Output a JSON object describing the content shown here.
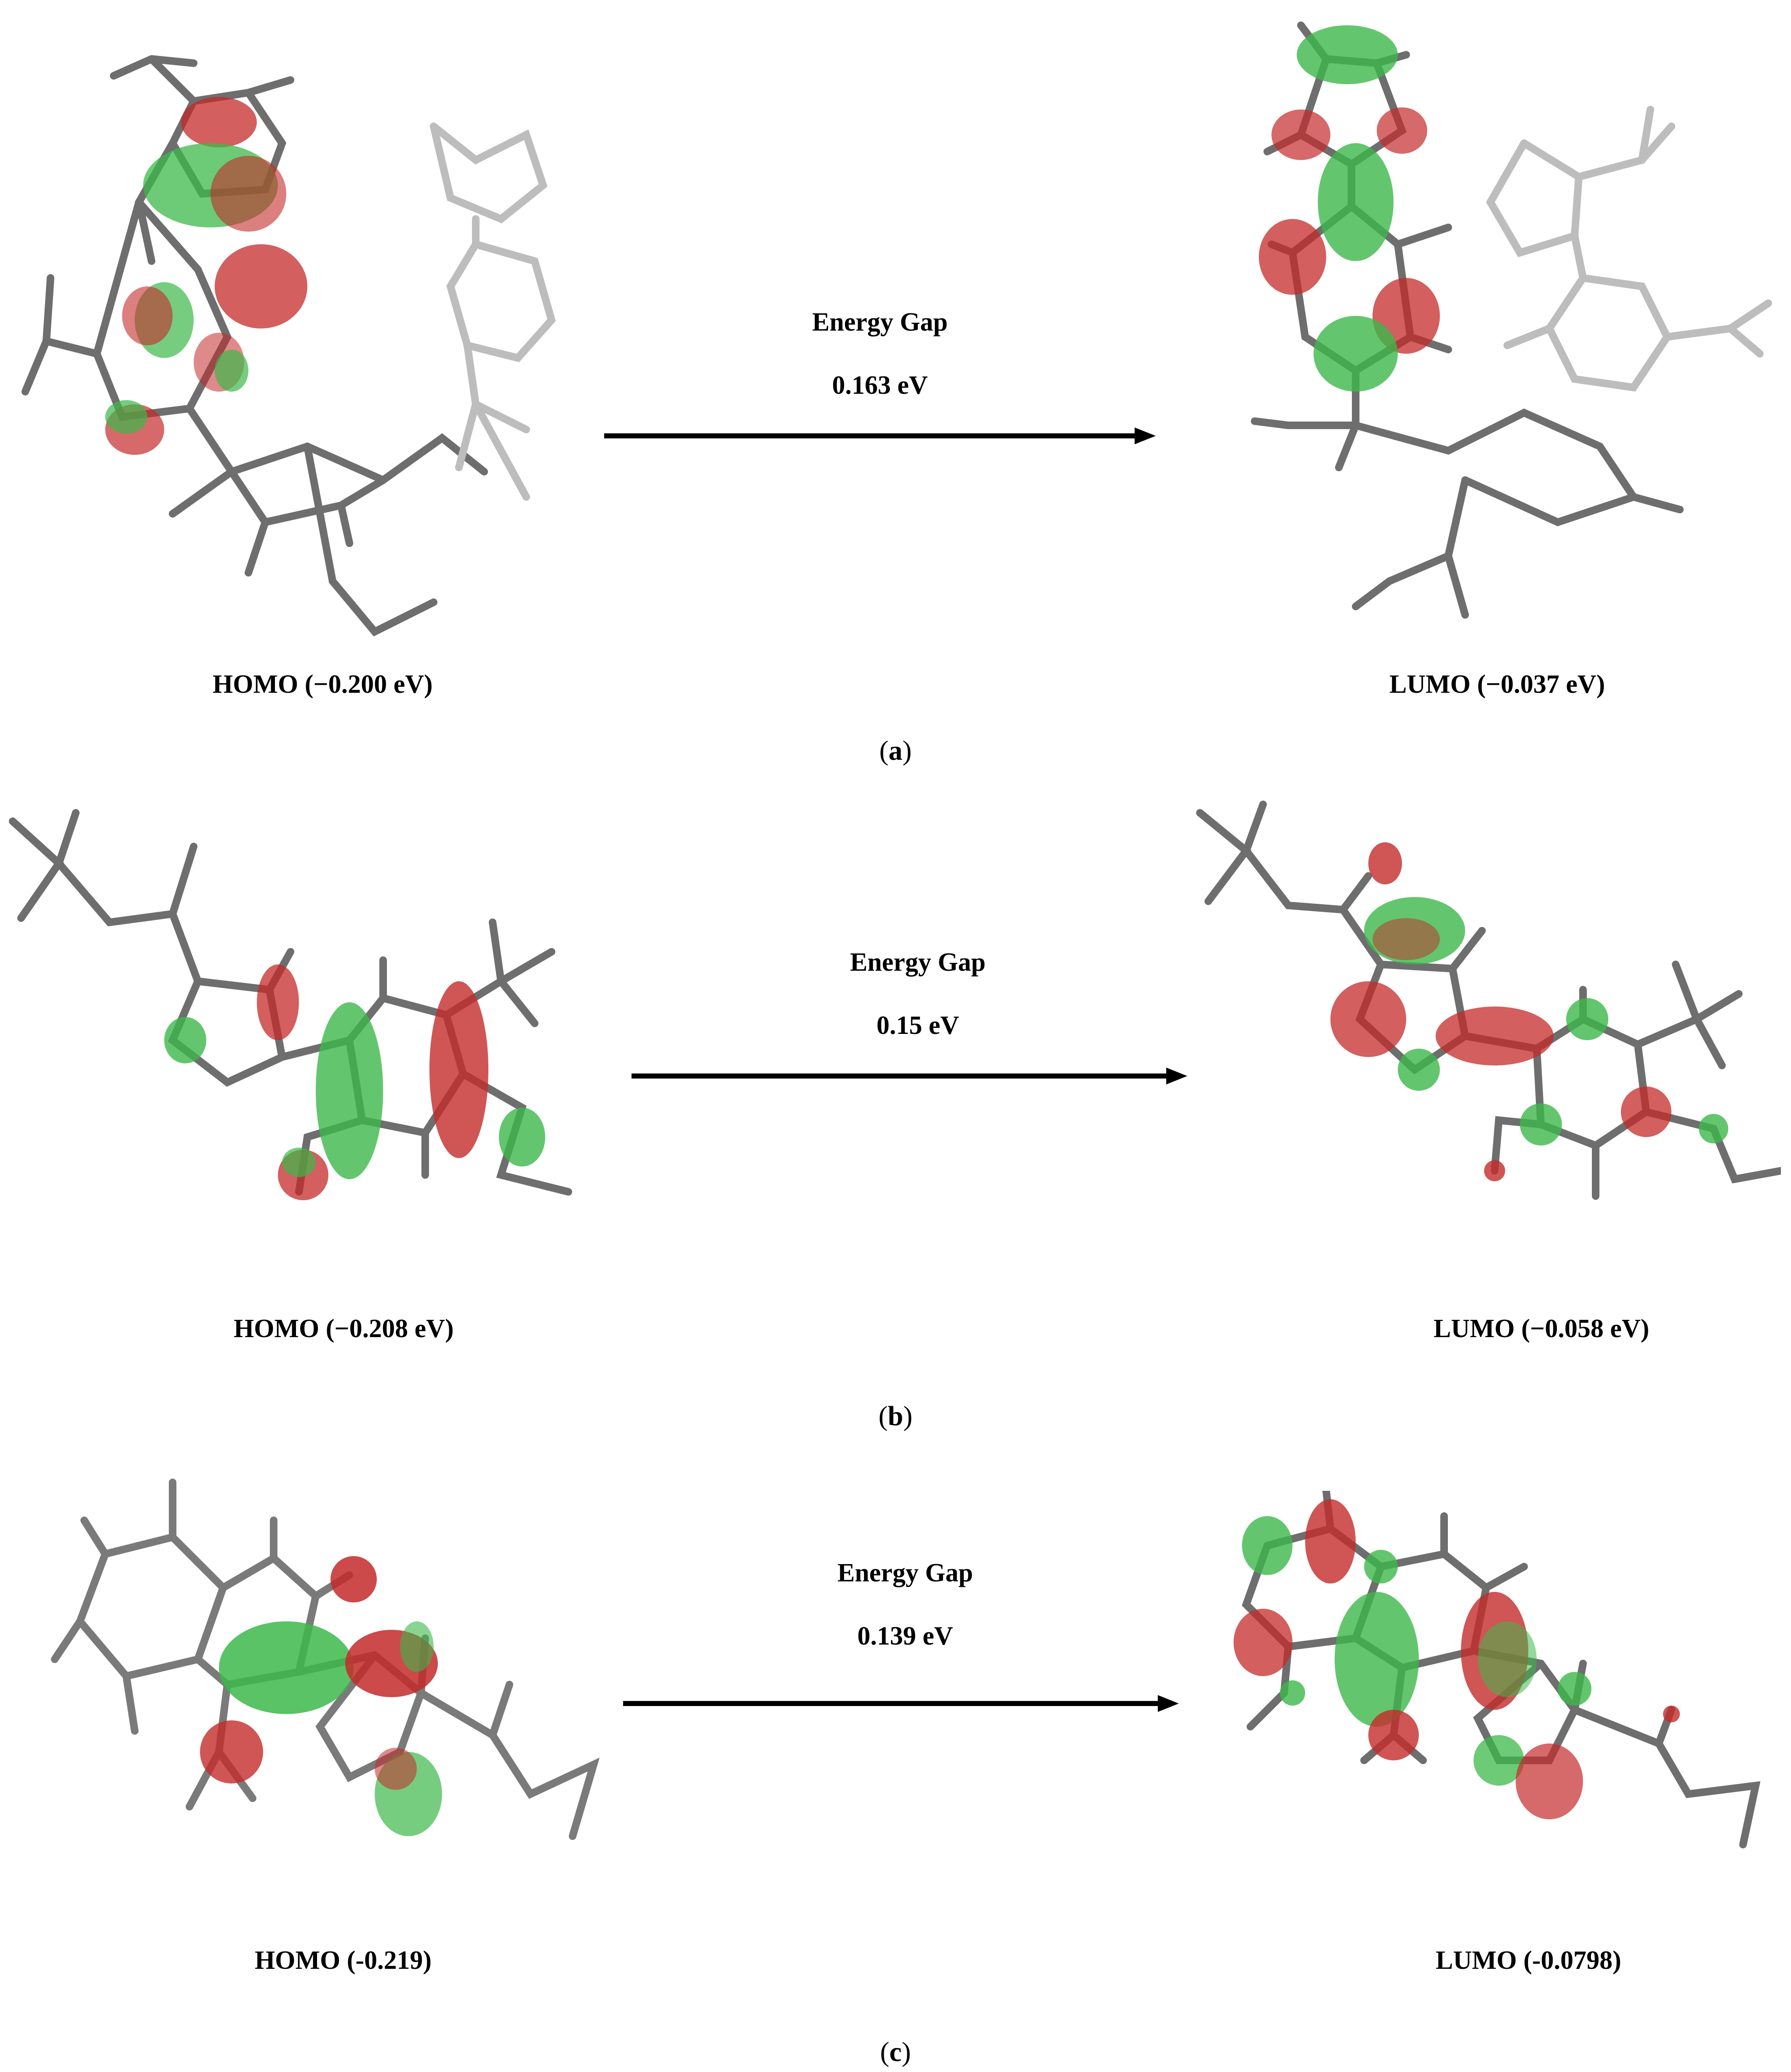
{
  "panels": [
    {
      "homo_label": "HOMO (−0.200 eV)",
      "lumo_label": "LUMO (−0.037 eV)",
      "gap_title": "Energy Gap",
      "gap_value": "0.163 eV",
      "caption_letter": "a"
    },
    {
      "homo_label": "HOMO (−0.208 eV)",
      "lumo_label": "LUMO (−0.058 eV)",
      "gap_title": "Energy Gap",
      "gap_value": "0.15 eV",
      "caption_letter": "b"
    },
    {
      "homo_label": "HOMO (-0.219)",
      "lumo_label": "LUMO (-0.0798)",
      "gap_title": "Energy Gap",
      "gap_value": "0.139 eV",
      "caption_letter": "c"
    }
  ],
  "colors": {
    "bond": "#6e6e6e",
    "bond_faded": "#bdbdbd",
    "orbital_positive": "#3cb84a",
    "orbital_negative": "#c42a2a",
    "arrow": "#000000"
  }
}
